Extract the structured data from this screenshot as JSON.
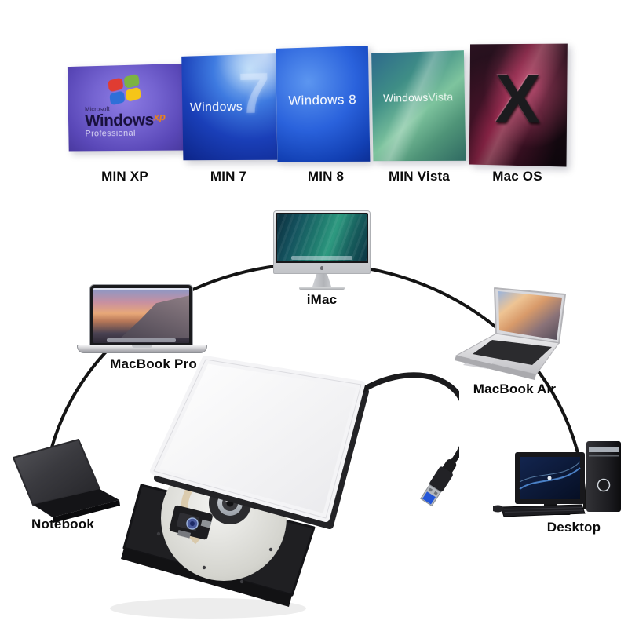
{
  "product_diagram": {
    "os_row": {
      "items": [
        {
          "label": "MIN XP",
          "screen_name": "windows-xp-screen",
          "brand": "Microsoft",
          "name": "Windows",
          "sup": "xp",
          "edition": "Professional"
        },
        {
          "label": "MIN 7",
          "screen_name": "windows-7-screen",
          "name": "Windows",
          "version": "7"
        },
        {
          "label": "MIN 8",
          "screen_name": "windows-8-screen",
          "name": "Windows 8"
        },
        {
          "label": "MIN Vista",
          "screen_name": "windows-vista-screen",
          "name": "Windows",
          "version": "Vista"
        },
        {
          "label": "Mac OS",
          "screen_name": "mac-os-x-screen",
          "glyph": "X"
        }
      ]
    },
    "devices": {
      "imac": {
        "label": "iMac"
      },
      "macbook_pro": {
        "label": "MacBook Pro"
      },
      "macbook_air": {
        "label": "MacBook Air"
      },
      "notebook": {
        "label": "Notebook"
      },
      "desktop": {
        "label": "Desktop"
      }
    },
    "icons": [
      "windows-flag-icon",
      "mac-os-x-glyph",
      "apple-logo-icon",
      "usb-3-plug-icon",
      "dvd-drive-tray",
      "connection-arc"
    ],
    "colors": {
      "background": "#ffffff",
      "arc_line": "#141414",
      "cable": "#1b1b1d",
      "usb_insert": "#2456d8",
      "drive_body": "#f4f4f6"
    }
  }
}
